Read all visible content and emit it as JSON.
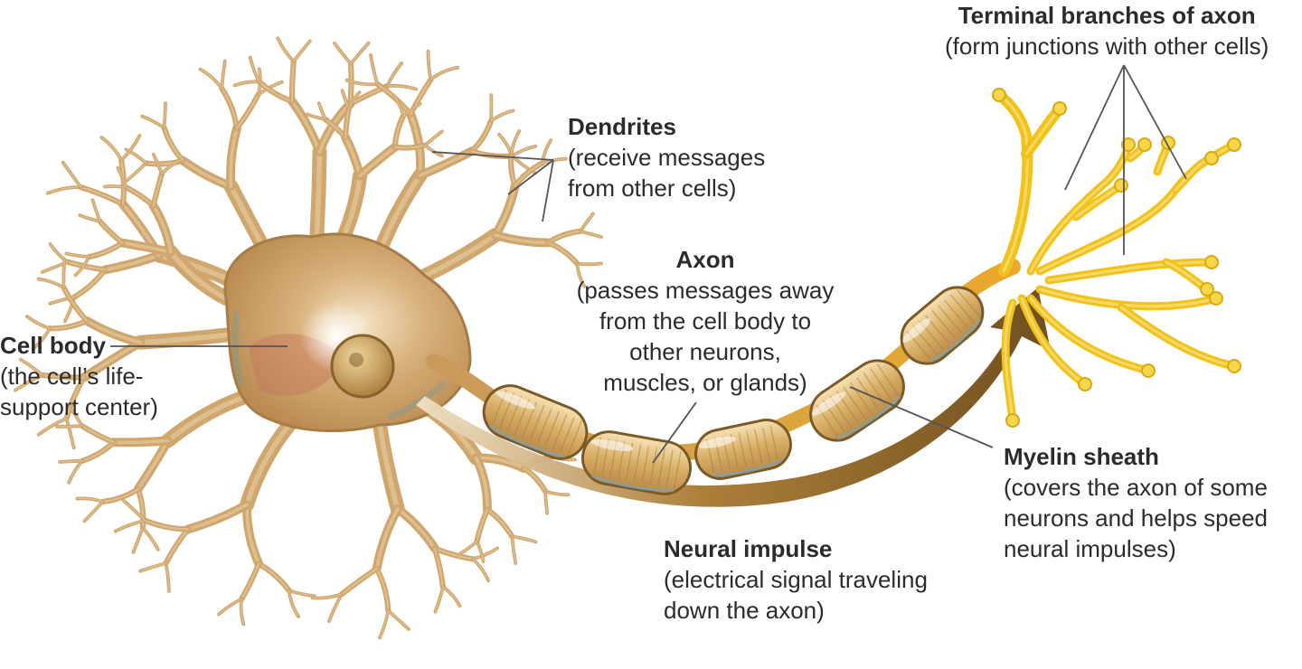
{
  "labels": {
    "terminal": {
      "title": "Terminal branches of axon",
      "desc": [
        "(form junctions with other cells)"
      ]
    },
    "dendrites": {
      "title": "Dendrites",
      "desc": [
        "(receive messages",
        "from other cells)"
      ]
    },
    "axon": {
      "title": "Axon",
      "desc": [
        "(passes messages away",
        "from the cell body to",
        "other neurons,",
        "muscles, or glands)"
      ]
    },
    "cell_body": {
      "title": "Cell body",
      "desc": [
        "(the cell’s life-",
        "support center)"
      ]
    },
    "myelin": {
      "title": "Myelin sheath",
      "desc": [
        "(covers the axon of some",
        "neurons and helps speed",
        "neural impulses)"
      ]
    },
    "impulse": {
      "title": "Neural impulse",
      "desc": [
        "(electrical signal traveling",
        "down the axon)"
      ]
    }
  },
  "colors": {
    "cell_body": "#c99a5b",
    "dendrite": "#cfa66e",
    "terminal": "#f2c21a",
    "arrow": "#7a5218",
    "leader": "#555555"
  }
}
